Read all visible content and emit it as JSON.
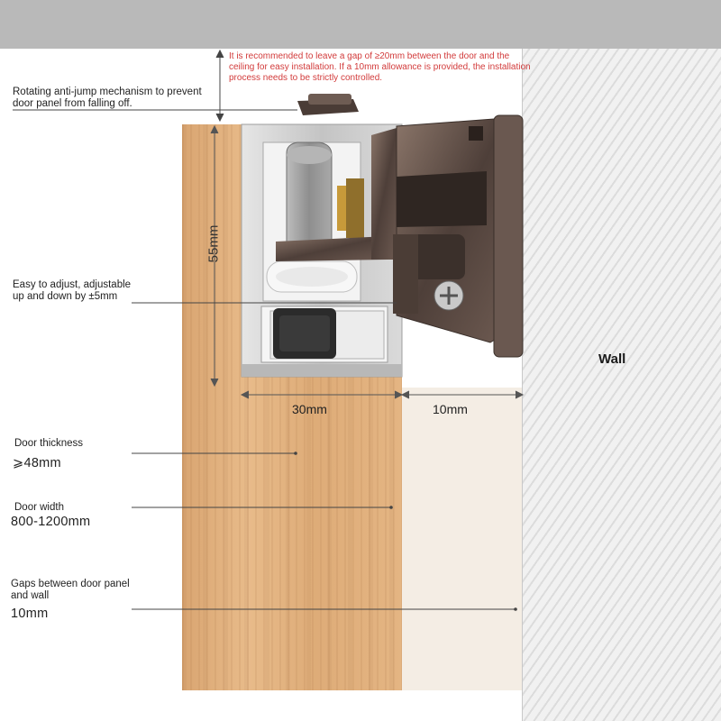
{
  "note": {
    "text": "It is recommended to leave a gap of ≥20mm between the door and the ceiling for easy installation. If a 10mm allowance is provided, the installation process needs to be strictly controlled."
  },
  "callouts": {
    "anti_jump": "Rotating anti-jump mechanism to prevent door panel from falling off.",
    "adjust": "Easy to adjust, adjustable up and down by ±5mm",
    "thickness_label": "Door thickness",
    "thickness_value": "⩾48mm",
    "width_label": "Door width",
    "width_value": "800-1200mm",
    "gap_label": "Gaps between door panel and wall",
    "gap_value": "10mm"
  },
  "dimensions": {
    "height": "55mm",
    "track": "30mm",
    "wall_gap": "10mm"
  },
  "wall_label": "Wall",
  "colors": {
    "note_text": "#d23b3b",
    "door_wood": "#e4b583",
    "track_aluminum": "#c9c9c9",
    "bracket_bronze": "#5b4a42",
    "wheel": "#9a9a9a"
  }
}
